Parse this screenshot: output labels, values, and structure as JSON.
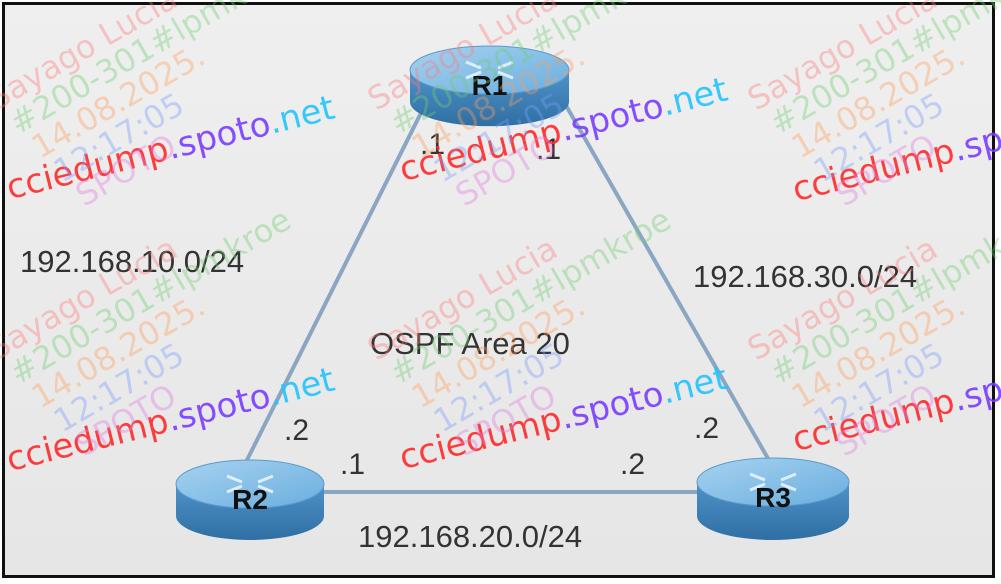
{
  "routers": {
    "r1": {
      "label": "R1"
    },
    "r2": {
      "label": "R2"
    },
    "r3": {
      "label": "R3"
    }
  },
  "links": {
    "r1_r2": {
      "network": "192.168.10.0/24",
      "r1_if": ".1",
      "r2_if": ".2"
    },
    "r1_r3": {
      "network": "192.168.30.0/24",
      "r1_if": ".1",
      "r3_if": ".2"
    },
    "r2_r3": {
      "network": "192.168.20.0/24",
      "r2_if": ".1",
      "r3_if": ".2"
    }
  },
  "area_label": "OSPF Area 20",
  "watermark": {
    "site_parts": [
      "cciedump",
      ".spoto",
      ".net"
    ],
    "site_colors": [
      "#ff2a2a",
      "#7a3cff",
      "#22c4ff",
      "#2bdc6a",
      "#ff9a1a",
      "#ff3fb0"
    ],
    "lines": [
      "Sayago Lucia",
      "#200-301#lpmkroe",
      "14.08.2025.",
      "12:17:05",
      "SPOTO"
    ],
    "line_colors": [
      "#ff7b7b",
      "#6fce6f",
      "#ff9b5a",
      "#7a9cff",
      "#e07be0"
    ]
  }
}
